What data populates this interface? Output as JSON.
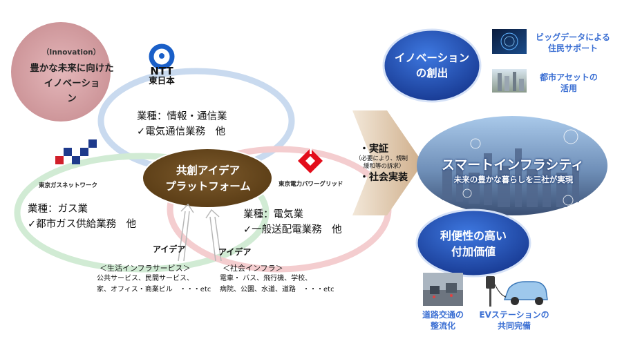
{
  "innovation": {
    "subtitle": "（Innovation）",
    "title_lines": [
      "豊かな未来に向けた",
      "イノベーショ",
      "ン"
    ]
  },
  "ntt": {
    "logo_text": "NTT",
    "logo_sub": "東日本",
    "industry": "業種：情報・通信業",
    "business": "✓電気通信業務　他"
  },
  "tokyo_gas": {
    "name": "東京ガスネットワーク",
    "industry": "業種：ガス業",
    "business": "✓都市ガス供給業務　他"
  },
  "tepco": {
    "name": "東京電力パワーグリッド",
    "industry": "業種：電気業",
    "business": "✓一般送配電業務　他"
  },
  "platform": {
    "line1": "共創アイデア",
    "line2": "プラットフォーム"
  },
  "ideas": {
    "left_label": "アイデア",
    "left_header": "＜生活インフラサービス＞",
    "left_lines": [
      "公共サービス、民間サービス、",
      "家、オフィス・商業ビル　・・・etc"
    ],
    "right_label": "アイデア",
    "right_header": "＜社会インフラ＞",
    "right_lines": [
      "電車・ バス、飛行機、学校、",
      "病院、公園、水道、道路　・・・etc"
    ]
  },
  "arrow": {
    "line1": "・実証",
    "small_lines": [
      "（必要により、規制",
      "緩和等の訴求）"
    ],
    "line2": "・社会実装"
  },
  "right": {
    "innovation_oval": [
      "イノベーション",
      "の創出"
    ],
    "bigdata_caption": [
      "ビッグデータによる",
      "住民サポート"
    ],
    "asset_caption": [
      "都市アセットの",
      "活用"
    ],
    "smart_title": "スマートインフラシティ",
    "smart_sub": "未来の豊かな暮らしを三社が実現",
    "value_oval": [
      "利便性の高い",
      "付加価値"
    ],
    "traffic_caption": [
      "道路交通の",
      "整流化"
    ],
    "ev_caption": [
      "EVステーションの",
      "共同完備"
    ]
  },
  "colors": {
    "platform_brown": "#6b4a1f",
    "blue_oval": "#2454b8",
    "innovation_pink": "#d8a5a8",
    "ring_blue": "#c8d9ee",
    "ring_green": "#cfe9d2",
    "ring_red": "#f3c9cb",
    "arrow_tan": "#d9c2a6"
  }
}
